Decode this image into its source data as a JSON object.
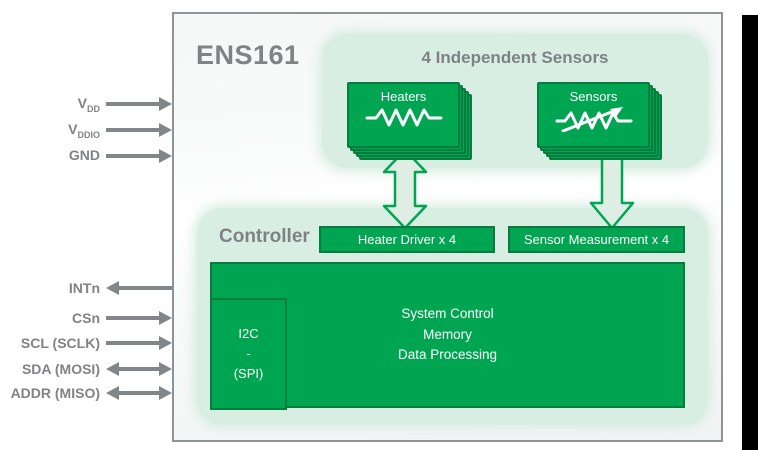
{
  "diagram": {
    "chip_name": "ENS161",
    "sensors_panel": {
      "title": "4 Independent Sensors",
      "heaters_card": "Heaters",
      "sensors_card": "Sensors"
    },
    "controller_panel": {
      "title": "Controller",
      "heater_driver_label": "Heater Driver x 4",
      "sensor_measurement_label": "Sensor Measurement x 4",
      "core_lines": [
        "System Control",
        "Memory",
        "Data Processing"
      ],
      "interface_lines": [
        "I2C",
        "-",
        "(SPI)"
      ]
    },
    "pins": {
      "power": [
        {
          "name": "V",
          "sub": "DD",
          "direction": "input"
        },
        {
          "name": "V",
          "sub": "DDIO",
          "direction": "input"
        },
        {
          "name": "GND",
          "sub": "",
          "direction": "input"
        }
      ],
      "io": [
        {
          "name": "INTn",
          "direction": "output"
        },
        {
          "name": "CSn",
          "direction": "input"
        },
        {
          "name": "SCL (SCLK)",
          "direction": "input"
        },
        {
          "name": "SDA (MOSI)",
          "direction": "bidirectional"
        },
        {
          "name": "ADDR (MISO)",
          "direction": "bidirectional"
        }
      ]
    },
    "colors": {
      "brand_green": "#00a551",
      "dark_green_border": "#067c3e",
      "panel_light_green": "#d9eee2",
      "big_arrow_fill": "#dfeee5",
      "label_gray": "#808285",
      "pin_arrow_gray": "#838689",
      "frame_border_gray": "#8d9399"
    }
  }
}
